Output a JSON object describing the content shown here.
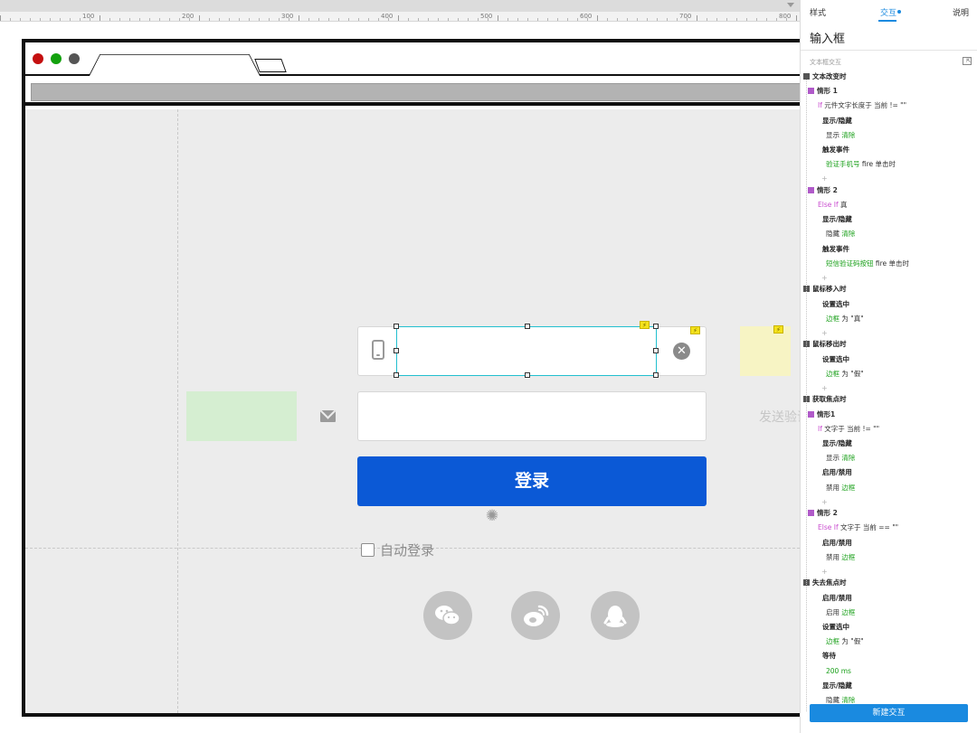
{
  "ruler": {
    "labels": [
      "100",
      "200",
      "300",
      "400",
      "500",
      "600",
      "700",
      "800"
    ]
  },
  "canvas": {
    "send_code_text": "发送验证",
    "login_label": "登录",
    "auto_login_label": "自动登录",
    "clear_symbol": "✕",
    "bolt_symbol": "⚡",
    "social": {
      "wechat": "wechat-icon",
      "weibo": "weibo-icon",
      "qq": "qq-icon"
    }
  },
  "panel": {
    "tabs": {
      "style": "样式",
      "interaction": "交互",
      "notes": "说明"
    },
    "title": "输入框",
    "section_label": "文本框交互",
    "new_interaction": "新建交互",
    "rows": [
      {
        "kind": "event",
        "text": "文本改变时"
      },
      {
        "kind": "case",
        "text": "情形 1"
      },
      {
        "kind": "cond",
        "kw": "If",
        "text": " 元件文字长度于 当前 != \"\""
      },
      {
        "kind": "action",
        "text": "显示/隐藏"
      },
      {
        "kind": "detail",
        "pre": "显示 ",
        "g": "清除",
        "post": ""
      },
      {
        "kind": "action",
        "text": "触发事件"
      },
      {
        "kind": "detail",
        "pre": "",
        "g": "验证手机号",
        "post": " fire 单击时"
      },
      {
        "kind": "plus",
        "text": "+"
      },
      {
        "kind": "case",
        "text": "情形 2"
      },
      {
        "kind": "cond",
        "kw": "Else If",
        "text": " 真"
      },
      {
        "kind": "action",
        "text": "显示/隐藏"
      },
      {
        "kind": "detail",
        "pre": "隐藏 ",
        "g": "清除",
        "post": ""
      },
      {
        "kind": "action",
        "text": "触发事件"
      },
      {
        "kind": "detail",
        "pre": "",
        "g": "短信验证码按钮",
        "post": " fire 单击时"
      },
      {
        "kind": "plus",
        "text": "+"
      },
      {
        "kind": "event",
        "text": "鼠标移入时"
      },
      {
        "kind": "action",
        "text": "设置选中"
      },
      {
        "kind": "detail",
        "pre": "",
        "g": "边框",
        "post": " 为 \"真\""
      },
      {
        "kind": "plus",
        "text": "+"
      },
      {
        "kind": "event",
        "text": "鼠标移出时"
      },
      {
        "kind": "action",
        "text": "设置选中"
      },
      {
        "kind": "detail",
        "pre": "",
        "g": "边框",
        "post": " 为 \"假\""
      },
      {
        "kind": "plus",
        "text": "+"
      },
      {
        "kind": "event",
        "text": "获取焦点时"
      },
      {
        "kind": "case",
        "text": "情形1"
      },
      {
        "kind": "cond",
        "kw": "If",
        "text": " 文字于 当前 != \"\""
      },
      {
        "kind": "action",
        "text": "显示/隐藏"
      },
      {
        "kind": "detail",
        "pre": "显示 ",
        "g": "清除",
        "post": ""
      },
      {
        "kind": "action",
        "text": "启用/禁用"
      },
      {
        "kind": "detail",
        "pre": "禁用 ",
        "g": "边框",
        "post": ""
      },
      {
        "kind": "plus",
        "text": "+"
      },
      {
        "kind": "case",
        "text": "情形 2"
      },
      {
        "kind": "cond",
        "kw": "Else If",
        "text": " 文字于 当前 == \"\""
      },
      {
        "kind": "action",
        "text": "启用/禁用"
      },
      {
        "kind": "detail",
        "pre": "禁用 ",
        "g": "边框",
        "post": ""
      },
      {
        "kind": "plus",
        "text": "+"
      },
      {
        "kind": "event",
        "text": "失去焦点时"
      },
      {
        "kind": "action",
        "text": "启用/禁用"
      },
      {
        "kind": "detail",
        "pre": "启用 ",
        "g": "边框",
        "post": ""
      },
      {
        "kind": "action",
        "text": "设置选中"
      },
      {
        "kind": "detail",
        "pre": "",
        "g": "边框",
        "post": " 为 \"假\""
      },
      {
        "kind": "action",
        "text": "等待"
      },
      {
        "kind": "detail",
        "pre": "",
        "g": "200 ms",
        "post": ""
      },
      {
        "kind": "action",
        "text": "显示/隐藏"
      },
      {
        "kind": "detail",
        "pre": "隐藏 ",
        "g": "清除",
        "post": ""
      },
      {
        "kind": "plus",
        "text": "+"
      }
    ]
  },
  "colors": {
    "accent": "#1a8ae0",
    "login_button": "#0b59d6",
    "selection": "#22bfcf",
    "action_green": "#1aa01a",
    "condition_pink": "#c94bcf"
  }
}
